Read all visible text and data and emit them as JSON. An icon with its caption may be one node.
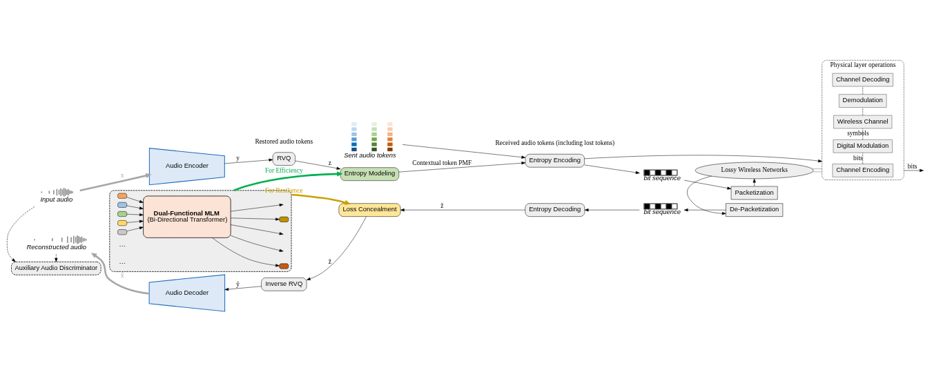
{
  "diagram": {
    "nodes": [
      {
        "text": [],
        "shape": "waveform",
        "beside": [
          "Input audio"
        ]
      },
      {
        "text": [
          "Audio Encoder"
        ]
      },
      {
        "text": [],
        "shape": "grid",
        "beside": [
          "Sent audio tokens"
        ]
      },
      {
        "text": [
          "RVQ"
        ]
      },
      {
        "text": [
          "Entropy Modeling"
        ]
      },
      {
        "text": [
          "Entropy Encoding"
        ]
      },
      {
        "text": [],
        "shape": "bar",
        "beside": [
          "bit sequence"
        ]
      },
      {
        "text": [
          "Packetization"
        ]
      },
      {
        "text": [],
        "shape": "box"
      },
      {
        "text": [],
        "shape": "box",
        "in": 8
      },
      {
        "text": [],
        "shape": "box",
        "in": 8
      },
      {
        "text": [
          "Dual-Functional MLM",
          "(Bi-Directional Transformer)"
        ],
        "in": 8
      },
      {
        "text": [],
        "shape": "box",
        "in": 8
      },
      {
        "text": [],
        "shape": "box",
        "in": 8
      },
      {
        "text": [],
        "shape": "box",
        "in": 8
      },
      {
        "text": [],
        "shape": "box",
        "in": 8
      },
      {
        "text": [],
        "shape": "box",
        "in": 8
      },
      {
        "text": [
          "Physical layer operations"
        ]
      },
      {
        "text": [
          "Channel Encoding"
        ],
        "in": 17
      },
      {
        "text": [
          "Digital Modulation"
        ],
        "in": 17
      },
      {
        "text": [
          "Wireless Channel"
        ],
        "in": 17
      },
      {
        "text": [
          "Demodulation"
        ],
        "in": 17
      },
      {
        "text": [
          "Channel Decoding"
        ],
        "in": 17
      },
      {
        "text": [
          "Auxiliary Audio Discriminator"
        ]
      },
      {
        "text": [
          "Lossy Wireless Networks"
        ]
      },
      {
        "text": [
          "De-Packetization"
        ]
      },
      {
        "text": [],
        "shape": "waveform",
        "beside": [
          "Reconstructed audio"
        ]
      },
      {
        "text": [
          "Audio Decoder"
        ]
      },
      {
        "text": [
          "Inverse RVQ"
        ]
      },
      {
        "text": [
          "Loss Concealment"
        ]
      },
      {
        "text": [
          "Entropy Decoding"
        ]
      },
      {
        "text": [],
        "shape": "bar",
        "beside": [
          "bit sequence"
        ]
      }
    ],
    "edges": [
      {
        "from": 0,
        "to": 1,
        "arrow": "to",
        "label": "x",
        "style": "thick",
        "color": "#a6a6a6"
      },
      {
        "from": 1,
        "to": 3,
        "arrow": "to",
        "label": "y"
      },
      {
        "from": 3,
        "to": 4,
        "arrow": "to",
        "label": "z"
      },
      {
        "from": 4,
        "to": 5,
        "arrow": "to",
        "label": "Contextual token PMF"
      },
      {
        "from": 2,
        "to": 5,
        "arrow": "to"
      },
      {
        "from": 5,
        "to": 6,
        "arrow": "to"
      },
      {
        "from": 6,
        "to": 7,
        "arrow": "to"
      },
      {
        "from": 7,
        "to": 24,
        "arrow": "to"
      },
      {
        "from": 24,
        "to": 25,
        "arrow": "to"
      },
      {
        "from": 25,
        "to": 31,
        "arrow": "to"
      },
      {
        "from": 31,
        "to": 30,
        "arrow": "to"
      },
      {
        "from": 30,
        "to": 29,
        "arrow": "to",
        "label": "ẑ"
      },
      {
        "from": 29,
        "to": 28,
        "arrow": "to",
        "label": "ž"
      },
      {
        "from": 28,
        "to": 27,
        "arrow": "to",
        "label": "ŷ"
      },
      {
        "from": 27,
        "to": 26,
        "arrow": "to",
        "label": "x̂",
        "style": "thick",
        "color": "#a6a6a6"
      },
      {
        "from": 0,
        "to": 23,
        "arrow": "to",
        "style": "dashed"
      },
      {
        "from": 26,
        "to": 23,
        "arrow": "to",
        "style": "dashed"
      },
      {
        "from": 8,
        "to": 4,
        "arrow": "to",
        "label": "For Efficiency",
        "style": "thick",
        "color": "#00b050"
      },
      {
        "from": 8,
        "to": 29,
        "arrow": "to",
        "label": "For Resilience",
        "style": "thick",
        "color": "#c9a000"
      },
      {
        "from": 12,
        "to": 11,
        "arrow": "to"
      },
      {
        "from": 13,
        "to": 11,
        "arrow": "to"
      },
      {
        "from": 14,
        "to": 11,
        "arrow": "to"
      },
      {
        "from": 15,
        "to": 11,
        "arrow": "to"
      },
      {
        "from": 16,
        "to": 11,
        "arrow": "to"
      },
      {
        "from": 11,
        "to": 9,
        "arrow": "to"
      },
      {
        "from": 11,
        "to": null,
        "arrow": "to"
      },
      {
        "from": 11,
        "to": null,
        "arrow": "to"
      },
      {
        "from": 11,
        "to": 10,
        "arrow": "to"
      },
      {
        "from": 11,
        "to": null,
        "arrow": "to"
      },
      {
        "from": 5,
        "to": 17,
        "arrow": "to"
      },
      {
        "from": 18,
        "to": 19,
        "arrow": "none",
        "label": "bits",
        "style": "dashed"
      },
      {
        "from": 19,
        "to": 20,
        "arrow": "none",
        "label": "symbols",
        "style": "dashed"
      },
      {
        "from": 20,
        "to": 21,
        "arrow": "none",
        "style": "dashed"
      },
      {
        "from": 21,
        "to": 22,
        "arrow": "none",
        "style": "dashed"
      },
      {
        "from": 17,
        "to": null,
        "arrow": "to",
        "label": "bits"
      },
      {
        "from": 24,
        "to": 17,
        "arrow": "none",
        "color": "#707070"
      },
      {
        "from": 24,
        "to": 17,
        "arrow": "none",
        "color": "#707070"
      }
    ],
    "labels": [
      "…",
      "…",
      "Restored audio tokens",
      "Received audio tokens (including lost tokens)"
    ]
  }
}
